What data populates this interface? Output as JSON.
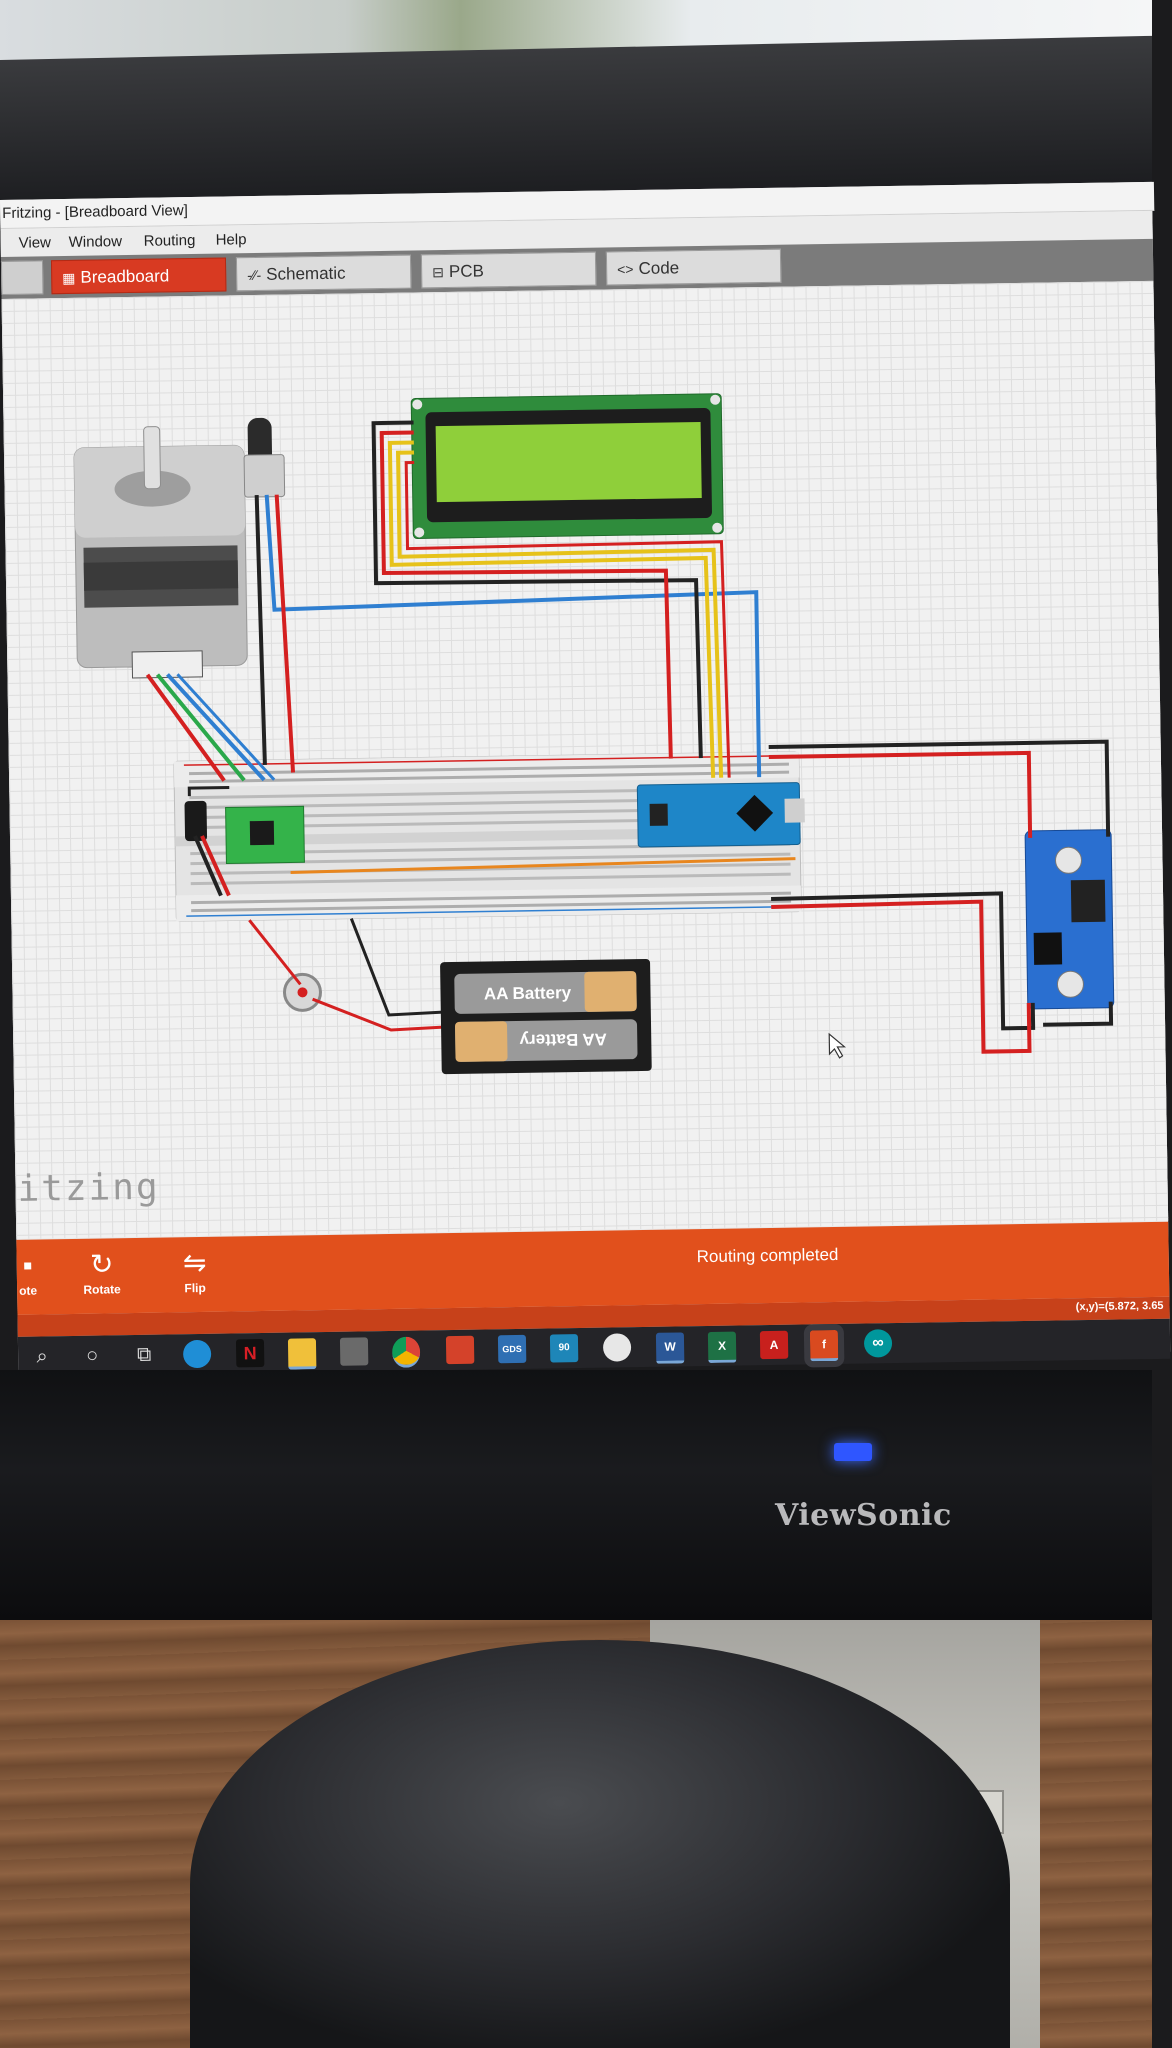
{
  "window": {
    "title": "Fritzing - [Breadboard View]"
  },
  "menu": [
    "View",
    "Window",
    "Routing",
    "Help"
  ],
  "tabs": [
    {
      "label": "Breadboard",
      "active": true,
      "icon": "breadboard-icon"
    },
    {
      "label": "Schematic",
      "active": false,
      "icon": "schematic-icon"
    },
    {
      "label": "PCB",
      "active": false,
      "icon": "pcb-icon"
    },
    {
      "label": "Code",
      "active": false,
      "icon": "code-icon"
    }
  ],
  "canvas": {
    "watermark": "itzing",
    "battery_label_top": "AA Battery",
    "battery_label_bottom": "AA Battery"
  },
  "toolbar": {
    "left_partial_label": "ote",
    "rotate_label": "Rotate",
    "flip_label": "Flip",
    "status": "Routing completed"
  },
  "status_bar": {
    "coords": "(x,y)=(5.872, 3.65"
  },
  "taskbar": {
    "items": [
      {
        "name": "search-icon",
        "glyph": "⌕"
      },
      {
        "name": "cortana-icon",
        "glyph": "○"
      },
      {
        "name": "task-view-icon",
        "glyph": "⧉"
      },
      {
        "name": "edge-icon",
        "color": "#1f8ed6"
      },
      {
        "name": "netflix-icon",
        "label": "N",
        "color": "#d81f26"
      },
      {
        "name": "file-explorer-icon",
        "color": "#f0c03a"
      },
      {
        "name": "store-icon",
        "color": "#6a6a6a"
      },
      {
        "name": "chrome-icon",
        "color": "#3aa757"
      },
      {
        "name": "sketchup-icon",
        "color": "#d4422a"
      },
      {
        "name": "gds-icon",
        "label": "GDS",
        "color": "#2f6fb3"
      },
      {
        "name": "app-icon",
        "label": "90",
        "color": "#1e86b8"
      },
      {
        "name": "app-round-icon",
        "color": "#e7e7e7"
      },
      {
        "name": "word-icon",
        "label": "W",
        "color": "#2b5797"
      },
      {
        "name": "excel-icon",
        "label": "X",
        "color": "#1e7145"
      },
      {
        "name": "acrobat-icon",
        "label": "A",
        "color": "#c8201d"
      },
      {
        "name": "fritzing-icon",
        "label": "f",
        "color": "#d94a1f"
      },
      {
        "name": "arduino-icon",
        "label": "∞",
        "color": "#00979c"
      }
    ]
  },
  "monitor": {
    "brand": "ViewSonic"
  },
  "colors": {
    "accent": "#e1501c",
    "active_tab": "#d83a22",
    "wire_red": "#d42020",
    "wire_blue": "#2f7fd1",
    "wire_yellow": "#e6c21a",
    "wire_green": "#2aa84a"
  }
}
